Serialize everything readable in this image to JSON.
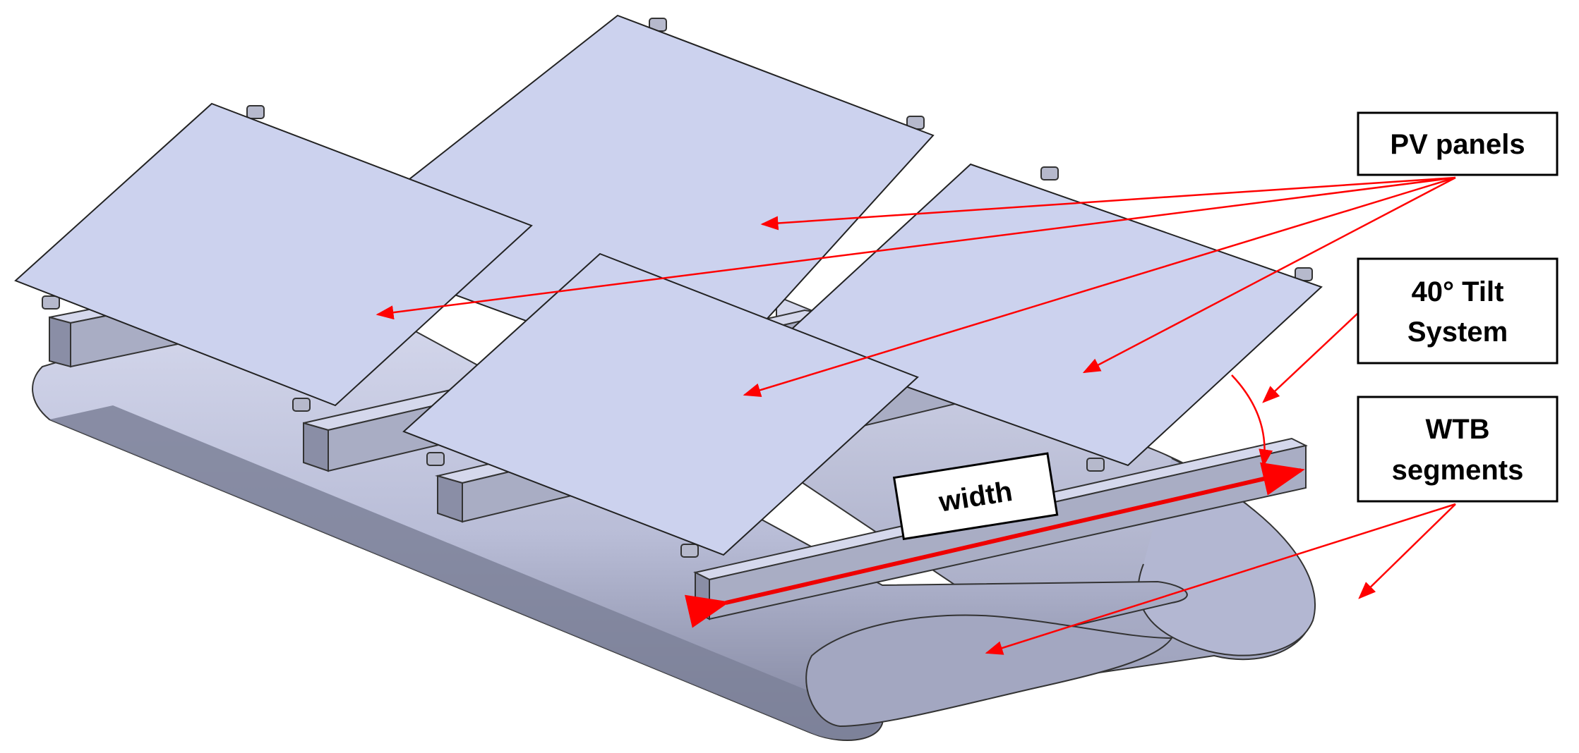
{
  "labels": {
    "pv_panels": "PV panels",
    "tilt_line1": "40° Tilt",
    "tilt_line2": "System",
    "wtb_line1": "WTB",
    "wtb_line2": "segments",
    "width": "width"
  },
  "colors": {
    "panel_fill": "#ccd2ee",
    "panel_stroke": "#222222",
    "beam_top": "#d5d8ec",
    "beam_front": "#a9adc4",
    "beam_side": "#8a8ea6",
    "segment_fill": "#c3c7e2",
    "segment_dark": "#8e92ad",
    "leader_line": "#ff0000",
    "width_arrow": "#ee0000",
    "label_border": "#000000"
  }
}
